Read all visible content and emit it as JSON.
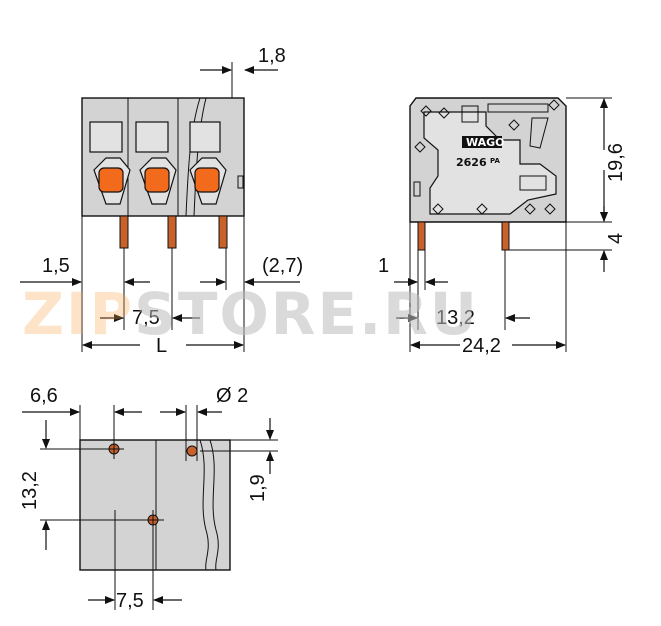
{
  "watermark": {
    "accent": "ZIP",
    "rest": "STORE.RU"
  },
  "front_view": {
    "dims": {
      "top_gap": "1,8",
      "left_offset": "1,5",
      "pitch": "7,5",
      "length": "L",
      "right_offset": "(2,7)"
    }
  },
  "side_view": {
    "dims": {
      "height": "19,6",
      "pin_length": "4",
      "pin_offset": "1",
      "pin_spacing": "13,2",
      "depth": "24,2"
    },
    "logo_brand": "WAGO",
    "logo_series": "2626",
    "logo_suffix": "PA"
  },
  "footprint": {
    "dims": {
      "edge_offset": "6,6",
      "hole_diameter": "Ø 2",
      "row_spacing": "13,2",
      "hole_offset": "1,9",
      "pitch": "7,5"
    }
  },
  "colors": {
    "body": "#d3d3d3",
    "actuator": "#f26a1b",
    "pin": "#c9612b",
    "watermark_accent": "#f7a34a"
  }
}
